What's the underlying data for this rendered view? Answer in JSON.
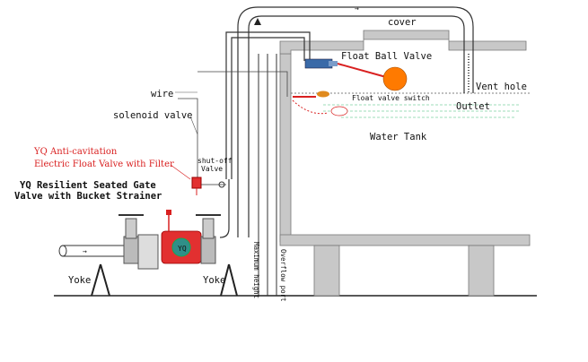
{
  "labels": {
    "cover": "cover",
    "float_ball_valve": "Float Ball Valve",
    "vent_hole": "Vent hole",
    "outlet": "Outlet",
    "float_valve_switch": "Float valve switch",
    "water_tank": "Water Tank",
    "wire": "wire",
    "solenoid_valve": "solenoid valve",
    "anti_cavitation_line1": "YQ Anti-cavitation",
    "anti_cavitation_line2": "Electric Float Valve with Filter",
    "shutoff_line1": "shut-off",
    "shutoff_line2": "Valve",
    "gate_valve_line1": "YQ Resilient Seated Gate",
    "gate_valve_line2": "Valve with Bucket Strainer",
    "yoke_left": "Yoke",
    "yoke_right": "Yoke",
    "maximum_height": "Maximum height",
    "overflow_port": "Overflow port"
  },
  "colors": {
    "pipe": "#333333",
    "wall": "#c8c8c8",
    "valve_red": "#d92020",
    "valve_teal": "#2f8f88",
    "float_ball": "#ff7a00",
    "water_line": "#7fd1a3"
  }
}
